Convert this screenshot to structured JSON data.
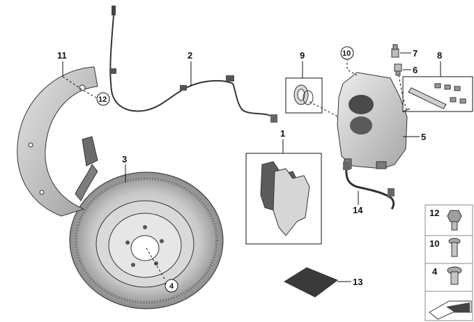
{
  "callouts": {
    "p1": "1",
    "p2": "2",
    "p3": "3",
    "p4": "4",
    "p5": "5",
    "p6": "6",
    "p7": "7",
    "p8": "8",
    "p9": "9",
    "p10": "10",
    "p11": "11",
    "p12": "12",
    "p13": "13",
    "p14": "14"
  },
  "legend": {
    "item_top": "12",
    "item_mid": "10",
    "item_bottom": "4"
  }
}
